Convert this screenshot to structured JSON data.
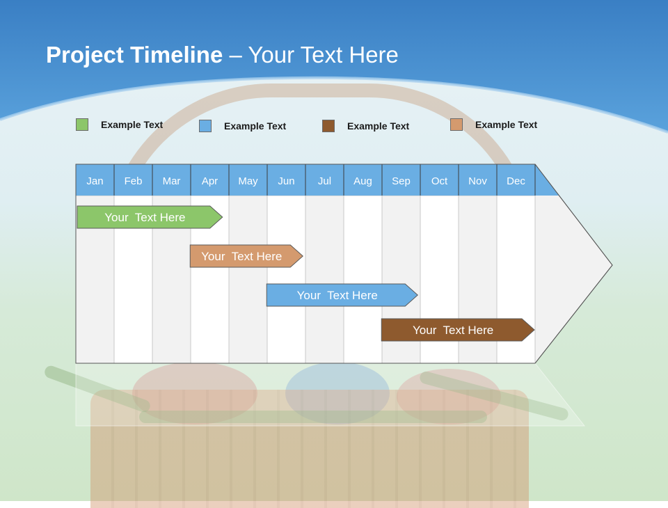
{
  "title": {
    "bold": "Project Timeline",
    "rest": " – Your Text Here"
  },
  "legend": [
    {
      "label": "Example Text",
      "color": "#8cc66a"
    },
    {
      "label": "Example Text",
      "color": "#6aaee3"
    },
    {
      "label": "Example Text",
      "color": "#8e5a2e"
    },
    {
      "label": "Example Text",
      "color": "#d49a6e"
    }
  ],
  "chart_data": {
    "type": "gantt",
    "months": [
      "Jan",
      "Feb",
      "Mar",
      "Apr",
      "May",
      "Jun",
      "Jul",
      "Aug",
      "Sep",
      "Oct",
      "Nov",
      "Dec"
    ],
    "tasks": [
      {
        "label": "Your  Text Here",
        "start": 0.0,
        "end": 3.85,
        "color": "#8cc66a"
      },
      {
        "label": "Your  Text Here",
        "start": 2.95,
        "end": 5.95,
        "color": "#d49a6e"
      },
      {
        "label": "Your  Text Here",
        "start": 4.95,
        "end": 8.95,
        "color": "#6aaee3"
      },
      {
        "label": "Your  Text Here",
        "start": 7.95,
        "end": 12.0,
        "color": "#8e5a2e"
      }
    ]
  }
}
